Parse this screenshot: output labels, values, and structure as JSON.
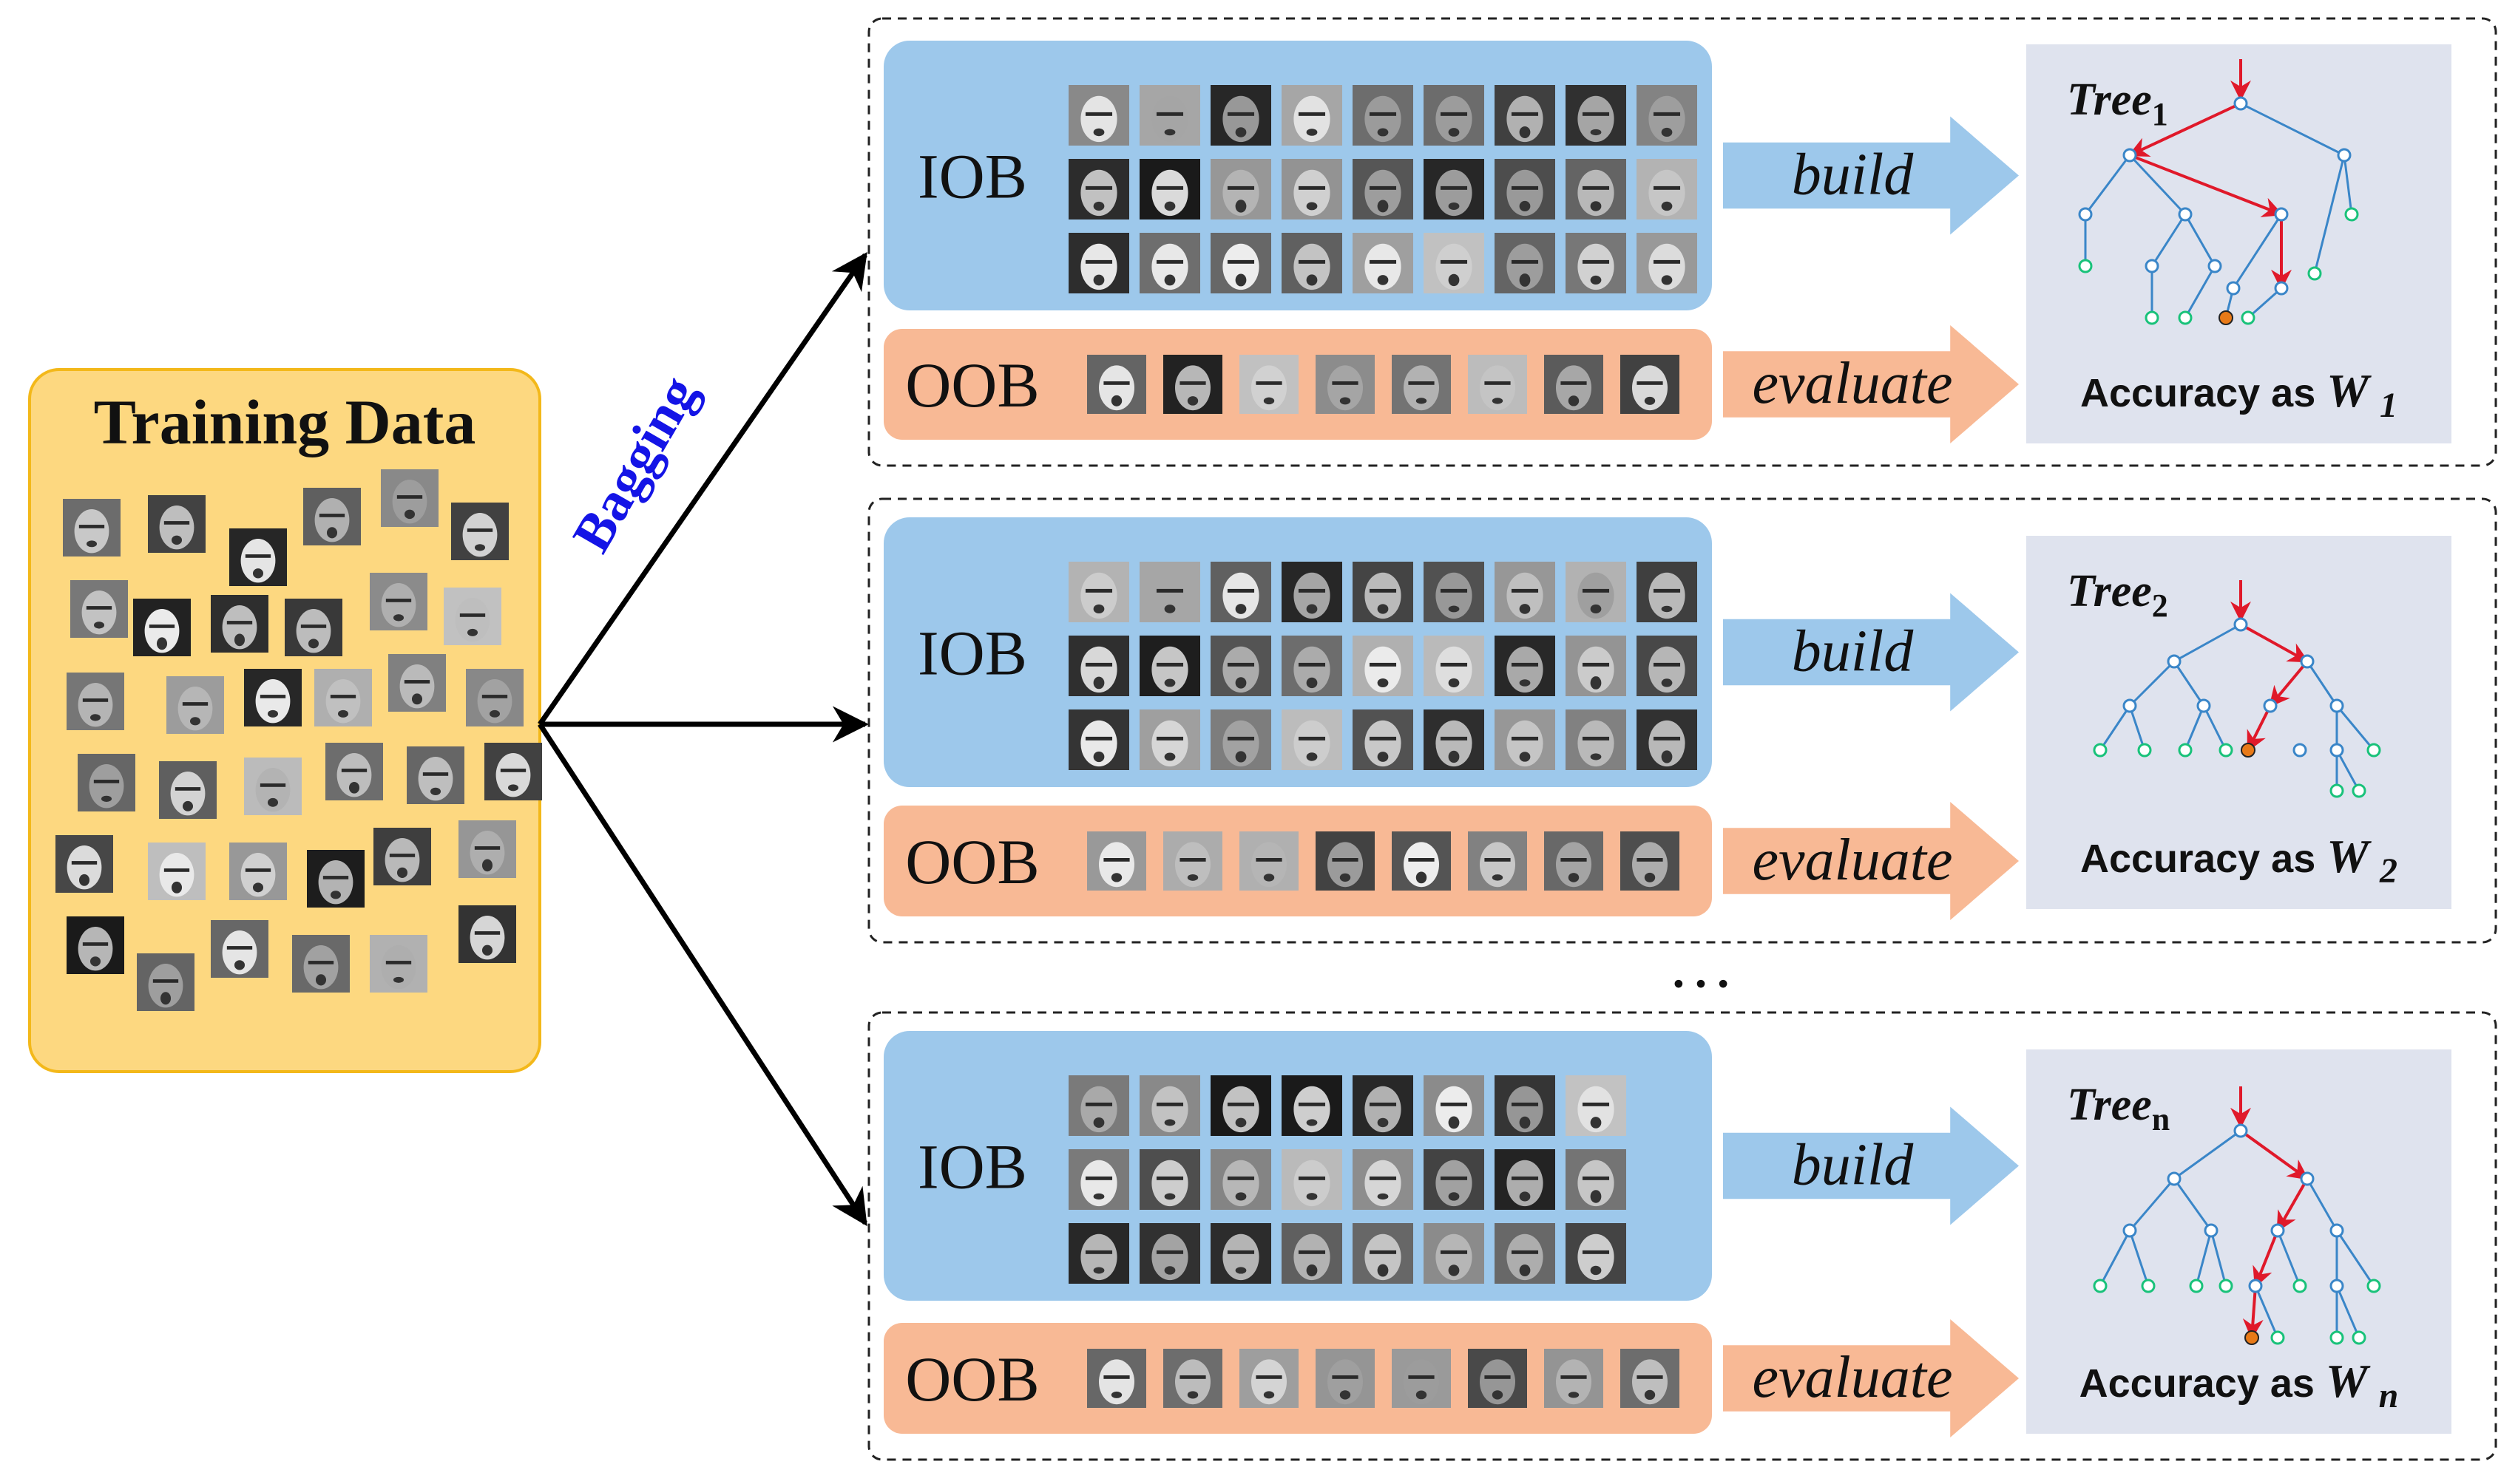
{
  "training": {
    "title": "Training Data",
    "face_count": 36
  },
  "bagging_label": "Bagging",
  "ellipsis": "…",
  "colors": {
    "training_fill": "#fdd880",
    "training_border": "#f3b81a",
    "iob_fill": "#9dc8eb",
    "oob_fill": "#f8b995",
    "build_arrow": "#9dc8eb",
    "evaluate_arrow": "#f8b995",
    "tree_panel": "#dfe3ee",
    "tree_edge": "#3a86c8",
    "tree_leaf": "#19c27a",
    "tree_path": "#e0192a",
    "tree_target": "#e87a18",
    "bagging_text": "#1414e6"
  },
  "blocks": [
    {
      "iob_label": "IOB",
      "oob_label": "OOB",
      "build_label": "build",
      "evaluate_label": "evaluate",
      "iob_faces": {
        "rows": 3,
        "cols": 9
      },
      "oob_faces": 8,
      "tree_name": "Tree",
      "tree_subscript": "1",
      "accuracy_text": "Accuracy as ",
      "weight_var": "W",
      "weight_subscript": "1"
    },
    {
      "iob_label": "IOB",
      "oob_label": "OOB",
      "build_label": "build",
      "evaluate_label": "evaluate",
      "iob_faces": {
        "rows": 3,
        "cols": 9
      },
      "oob_faces": 8,
      "tree_name": "Tree",
      "tree_subscript": "2",
      "accuracy_text": "Accuracy as ",
      "weight_var": "W",
      "weight_subscript": "2"
    },
    {
      "iob_label": "IOB",
      "oob_label": "OOB",
      "build_label": "build",
      "evaluate_label": "evaluate",
      "iob_faces": {
        "rows": 3,
        "cols": 8
      },
      "oob_faces": 8,
      "tree_name": "Tree",
      "tree_subscript": "n",
      "accuracy_text": "Accuracy as ",
      "weight_var": "W",
      "weight_subscript": "n"
    }
  ]
}
